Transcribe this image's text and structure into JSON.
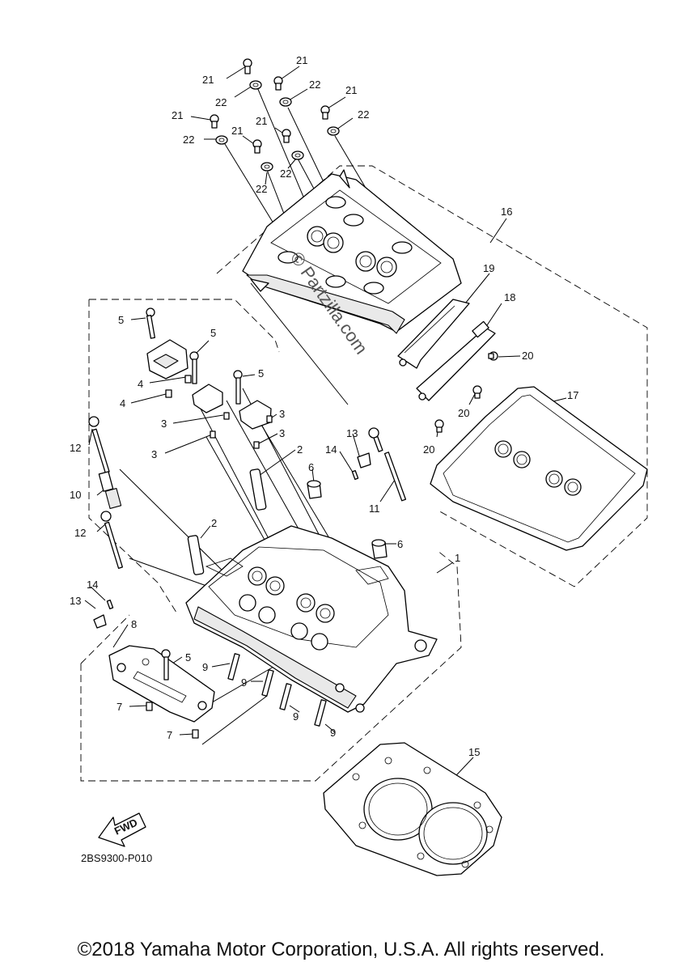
{
  "diagram": {
    "callouts": [
      {
        "id": "c21a",
        "label": "21"
      },
      {
        "id": "c21b",
        "label": "21"
      },
      {
        "id": "c21c",
        "label": "21"
      },
      {
        "id": "c21d",
        "label": "21"
      },
      {
        "id": "c21e",
        "label": "21"
      },
      {
        "id": "c21f",
        "label": "21"
      },
      {
        "id": "c22a",
        "label": "22"
      },
      {
        "id": "c22b",
        "label": "22"
      },
      {
        "id": "c22c",
        "label": "22"
      },
      {
        "id": "c22d",
        "label": "22"
      },
      {
        "id": "c22e",
        "label": "22"
      },
      {
        "id": "c22f",
        "label": "22"
      },
      {
        "id": "c16",
        "label": "16"
      },
      {
        "id": "c19",
        "label": "19"
      },
      {
        "id": "c18",
        "label": "18"
      },
      {
        "id": "c20a",
        "label": "20"
      },
      {
        "id": "c20b",
        "label": "20"
      },
      {
        "id": "c20c",
        "label": "20"
      },
      {
        "id": "c17",
        "label": "17"
      },
      {
        "id": "c5a",
        "label": "5"
      },
      {
        "id": "c5b",
        "label": "5"
      },
      {
        "id": "c5c",
        "label": "5"
      },
      {
        "id": "c5d",
        "label": "5"
      },
      {
        "id": "c4a",
        "label": "4"
      },
      {
        "id": "c4b",
        "label": "4"
      },
      {
        "id": "c3a",
        "label": "3"
      },
      {
        "id": "c3b",
        "label": "3"
      },
      {
        "id": "c3c",
        "label": "3"
      },
      {
        "id": "c3d",
        "label": "3"
      },
      {
        "id": "c2a",
        "label": "2"
      },
      {
        "id": "c2b",
        "label": "2"
      },
      {
        "id": "c12a",
        "label": "12"
      },
      {
        "id": "c12b",
        "label": "12"
      },
      {
        "id": "c10",
        "label": "10"
      },
      {
        "id": "c13a",
        "label": "13"
      },
      {
        "id": "c13b",
        "label": "13"
      },
      {
        "id": "c14a",
        "label": "14"
      },
      {
        "id": "c14b",
        "label": "14"
      },
      {
        "id": "c6a",
        "label": "6"
      },
      {
        "id": "c6b",
        "label": "6"
      },
      {
        "id": "c11",
        "label": "11"
      },
      {
        "id": "c1",
        "label": "1"
      },
      {
        "id": "c8",
        "label": "8"
      },
      {
        "id": "c7a",
        "label": "7"
      },
      {
        "id": "c7b",
        "label": "7"
      },
      {
        "id": "c9a",
        "label": "9"
      },
      {
        "id": "c9b",
        "label": "9"
      },
      {
        "id": "c9c",
        "label": "9"
      },
      {
        "id": "c9d",
        "label": "9"
      },
      {
        "id": "c15",
        "label": "15"
      }
    ],
    "fwd_label": "FWD",
    "code": "2BS9300-P010",
    "watermark": "© Partzilla.com"
  },
  "footer": {
    "copyright": "©2018 Yamaha Motor Corporation, U.S.A. All rights reserved."
  }
}
